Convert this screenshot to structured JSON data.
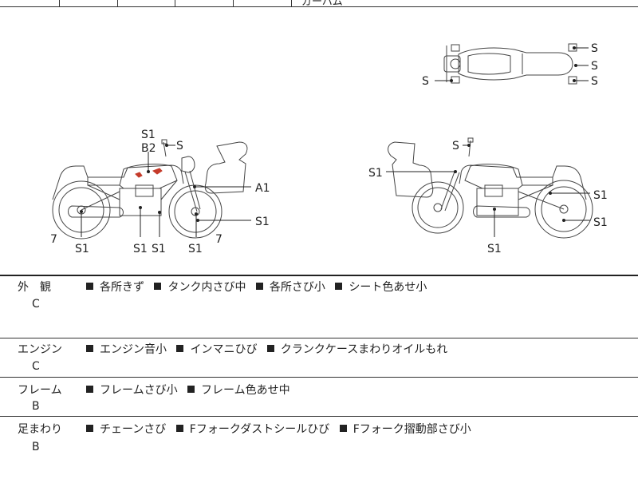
{
  "top_strip": {
    "partial_text": "ガーハム"
  },
  "diagram": {
    "top_view_labels": [
      "S",
      "S",
      "S",
      "S"
    ],
    "left_view_labels": {
      "tank_top": "S1",
      "tank_grade": "B2",
      "mirror": "S",
      "fork": "A1",
      "front_wheel": "S1",
      "rear_left_number": "7",
      "front_right_number": "7",
      "muffler": "S1",
      "engine1": "S1",
      "engine2": "S1",
      "front_lower": "S1"
    },
    "right_view_labels": {
      "mirror": "S",
      "cowl": "S1",
      "rear_suspension": "S1",
      "rear_wheel": "S1",
      "engine": "S1"
    }
  },
  "conditions": [
    {
      "category": "外　観",
      "grade": "C",
      "items": [
        "各所きず",
        "タンク内さび中",
        "各所さび小",
        "シート色あせ小"
      ]
    },
    {
      "category": "エンジン",
      "grade": "C",
      "items": [
        "エンジン音小",
        "インマニひび",
        "クランクケースまわりオイルもれ"
      ]
    },
    {
      "category": "フレーム",
      "grade": "B",
      "items": [
        "フレームさび小",
        "フレーム色あせ中"
      ]
    },
    {
      "category": "足まわり",
      "grade": "B",
      "items": [
        "チェーンさび",
        "Fフォークダストシールひび",
        "Fフォーク摺動部さび小"
      ]
    }
  ]
}
